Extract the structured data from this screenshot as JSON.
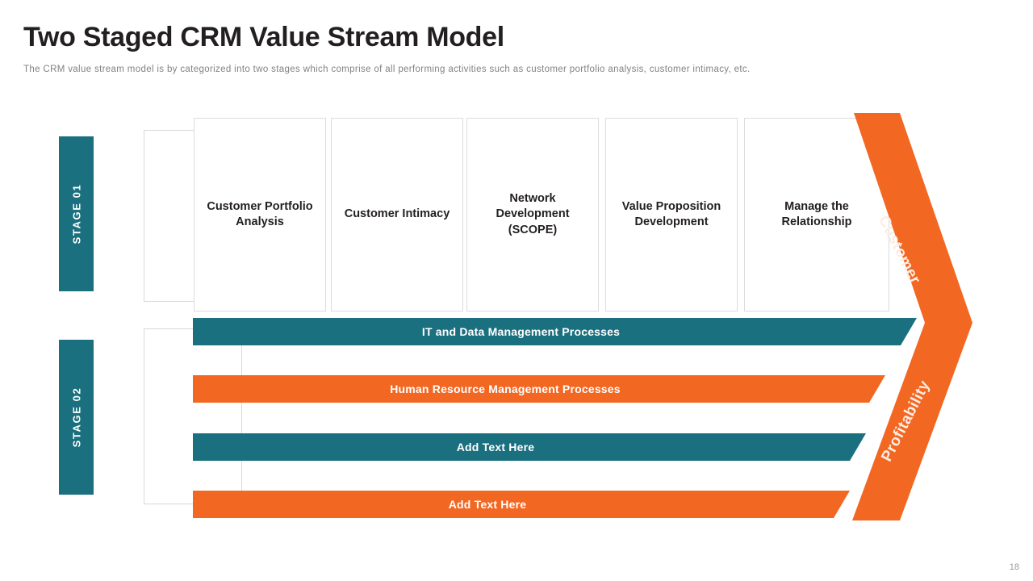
{
  "header": {
    "title": "Two Staged CRM Value Stream Model",
    "subtitle": "The CRM value stream model is by categorized into two stages which comprise of all  performing activities such as customer portfolio analysis, customer intimacy, etc."
  },
  "colors": {
    "teal": "#1b7080",
    "orange": "#f26722",
    "title_text": "#231f20",
    "subtitle_text": "#808285",
    "box_border": "#dcdcdc",
    "ghost_border": "#d8d8d8",
    "arrow_label_text": "#fdece1"
  },
  "stages": [
    {
      "label": "STAGE  01"
    },
    {
      "label": "STAGE  02"
    }
  ],
  "stage1": {
    "boxes": [
      {
        "label": "Customer Portfolio Analysis"
      },
      {
        "label": "Customer Intimacy"
      },
      {
        "label": "Network Development (SCOPE)"
      },
      {
        "label": "Value Proposition Development"
      },
      {
        "label": "Manage the Relationship"
      }
    ]
  },
  "stage2": {
    "bars": [
      {
        "label": "IT and Data Management Processes",
        "color": "#1b7080"
      },
      {
        "label": "Human Resource Management Processes",
        "color": "#f26722"
      },
      {
        "label": "Add Text Here",
        "color": "#1b7080"
      },
      {
        "label": "Add Text Here",
        "color": "#f26722"
      }
    ]
  },
  "arrow": {
    "top_label": "Customer",
    "bottom_label": "Profitability"
  },
  "footer": {
    "page_number": "18"
  }
}
